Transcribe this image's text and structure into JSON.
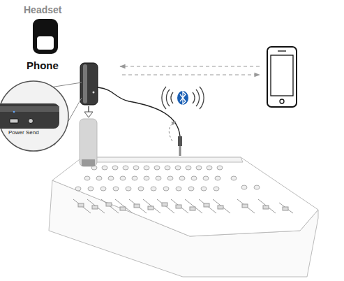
{
  "diagram": {
    "labels": [
      "Headset",
      "Phone",
      "Power",
      "Send"
    ]
  }
}
